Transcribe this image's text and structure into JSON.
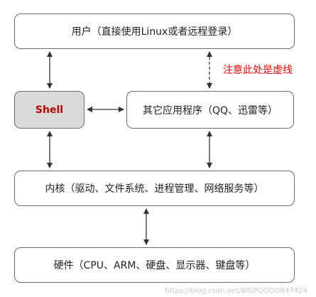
{
  "boxes": {
    "user": "用户（直接使用Linux或者远程登录）",
    "shell": "Shell",
    "apps": "其它应用程序（QQ、迅雷等）",
    "kernel": "内核（驱动、文件系统、进程管理、网络服务等）",
    "hardware": "硬件（CPU、ARM、硬盘、显示器、键盘等）"
  },
  "note": "注意此处是虚线",
  "watermark": "https://blog.csdn.net/BIGPOOOOB47424",
  "colors": {
    "shell_fill": "#d9d9d9",
    "shell_text": "#c00000",
    "note_text": "#ff0000",
    "stroke": "#6b6b6b"
  }
}
